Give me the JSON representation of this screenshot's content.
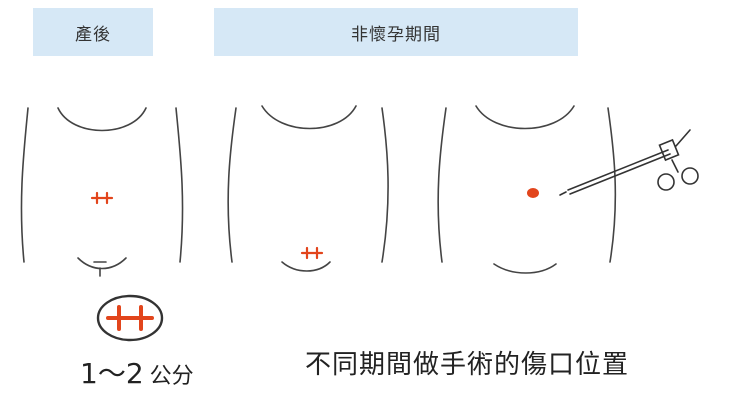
{
  "labels": {
    "postpartum": "產後",
    "non_pregnant": "非懷孕期間"
  },
  "legend": {
    "size_value": "1～2",
    "size_unit": "公分"
  },
  "caption": "不同期間做手術的傷口位置",
  "colors": {
    "label_background": "#d6e8f6",
    "incision_mark": "#e2451c",
    "outline": "#444444"
  },
  "icons": [
    "torso-outline",
    "incision-mark-icon",
    "surgical-instrument-icon"
  ]
}
